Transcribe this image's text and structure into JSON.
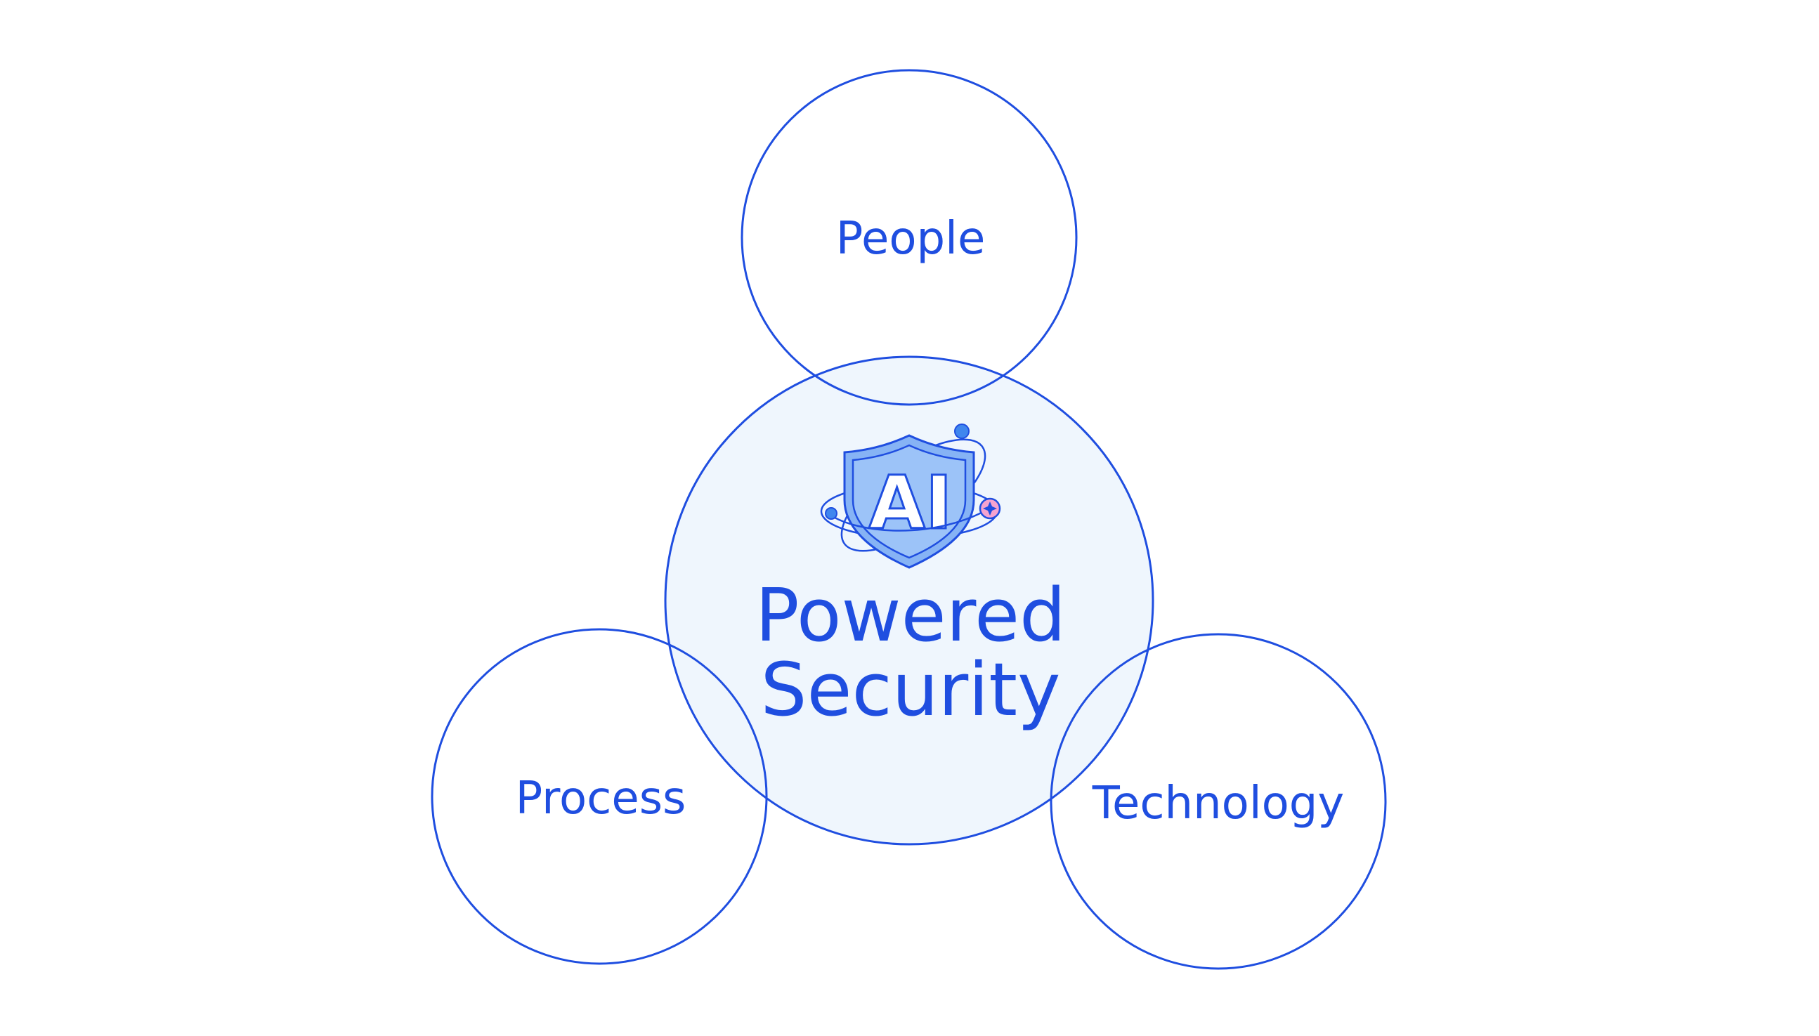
{
  "colors": {
    "stroke": "#1f4ee0",
    "center_fill": "#eff6fd",
    "shield_fill": "#86b3f5",
    "shield_inner": "#9cc3f8",
    "sparkle_pink": "#f5a3d0",
    "background": "#ffffff"
  },
  "circles": {
    "top": {
      "label": "People"
    },
    "left": {
      "label": "Process"
    },
    "right": {
      "label": "Technology"
    }
  },
  "center": {
    "icon": "ai-shield-icon",
    "badge_text": "AI",
    "title_line1": "Powered",
    "title_line2": "Security"
  }
}
